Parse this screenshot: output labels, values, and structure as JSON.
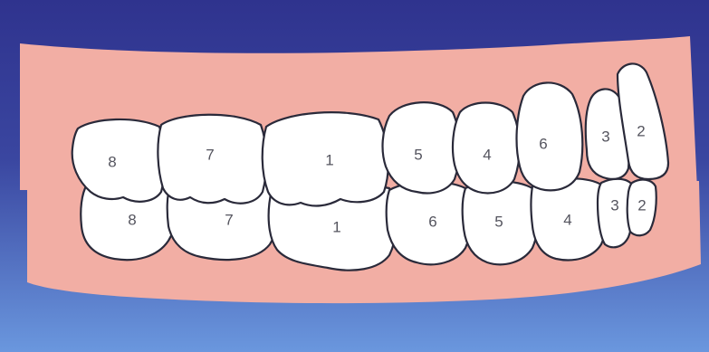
{
  "upper_teeth": [
    "8",
    "7",
    "1",
    "5",
    "4",
    "6",
    "3",
    "2"
  ],
  "lower_teeth": [
    "8",
    "7",
    "1",
    "6",
    "5",
    "4",
    "3",
    "2"
  ],
  "colors": {
    "background_top": "#30348f",
    "background_bottom": "#5d8bd8",
    "gum": "#f2aea4",
    "tooth": "#ffffff",
    "outline": "#2a2a3a"
  }
}
